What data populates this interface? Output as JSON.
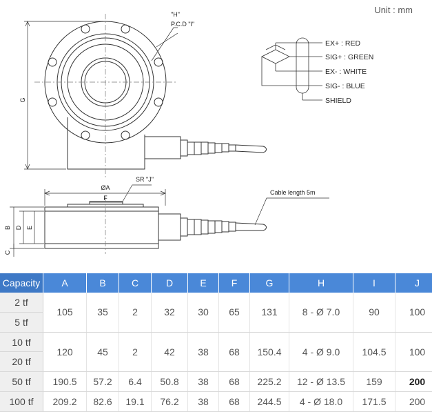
{
  "unit_label": "Unit : mm",
  "drawing": {
    "top_view": {
      "hole_label": "\"H\"",
      "pcd_label": "P.C.D \"I\"",
      "g_label": "G"
    },
    "side_view": {
      "a_label": "ØA",
      "sr_label": "SR \"J\"",
      "f_label": "F",
      "b_label": "B",
      "d_label": "D",
      "e_label": "E",
      "c_label": "C",
      "cable_label": "Cable length 5m"
    },
    "wiring": [
      {
        "label": "EX+ : RED"
      },
      {
        "label": "SIG+ : GREEN"
      },
      {
        "label": "EX- : WHITE"
      },
      {
        "label": "SIG- : BLUE"
      },
      {
        "label": "SHIELD"
      }
    ]
  },
  "table": {
    "headers": [
      "Capacity",
      "A",
      "B",
      "C",
      "D",
      "E",
      "F",
      "G",
      "H",
      "I",
      "J"
    ],
    "groups": [
      {
        "capacities": [
          "2 tf",
          "5 tf"
        ],
        "values": [
          "105",
          "35",
          "2",
          "32",
          "30",
          "65",
          "131",
          "8 - Ø 7.0",
          "90",
          "100"
        ]
      },
      {
        "capacities": [
          "10 tf",
          "20 tf"
        ],
        "values": [
          "120",
          "45",
          "2",
          "42",
          "38",
          "68",
          "150.4",
          "4 - Ø 9.0",
          "104.5",
          "100"
        ]
      },
      {
        "capacities": [
          "50 tf"
        ],
        "values": [
          "190.5",
          "57.2",
          "6.4",
          "50.8",
          "38",
          "68",
          "225.2",
          "12 - Ø 13.5",
          "159",
          "200"
        ]
      },
      {
        "capacities": [
          "100 tf"
        ],
        "values": [
          "209.2",
          "82.6",
          "19.1",
          "76.2",
          "38",
          "68",
          "244.5",
          "4 - Ø 18.0",
          "171.5",
          "200"
        ]
      }
    ],
    "bold_cells": [
      {
        "group": 2,
        "col": 9
      }
    ]
  }
}
